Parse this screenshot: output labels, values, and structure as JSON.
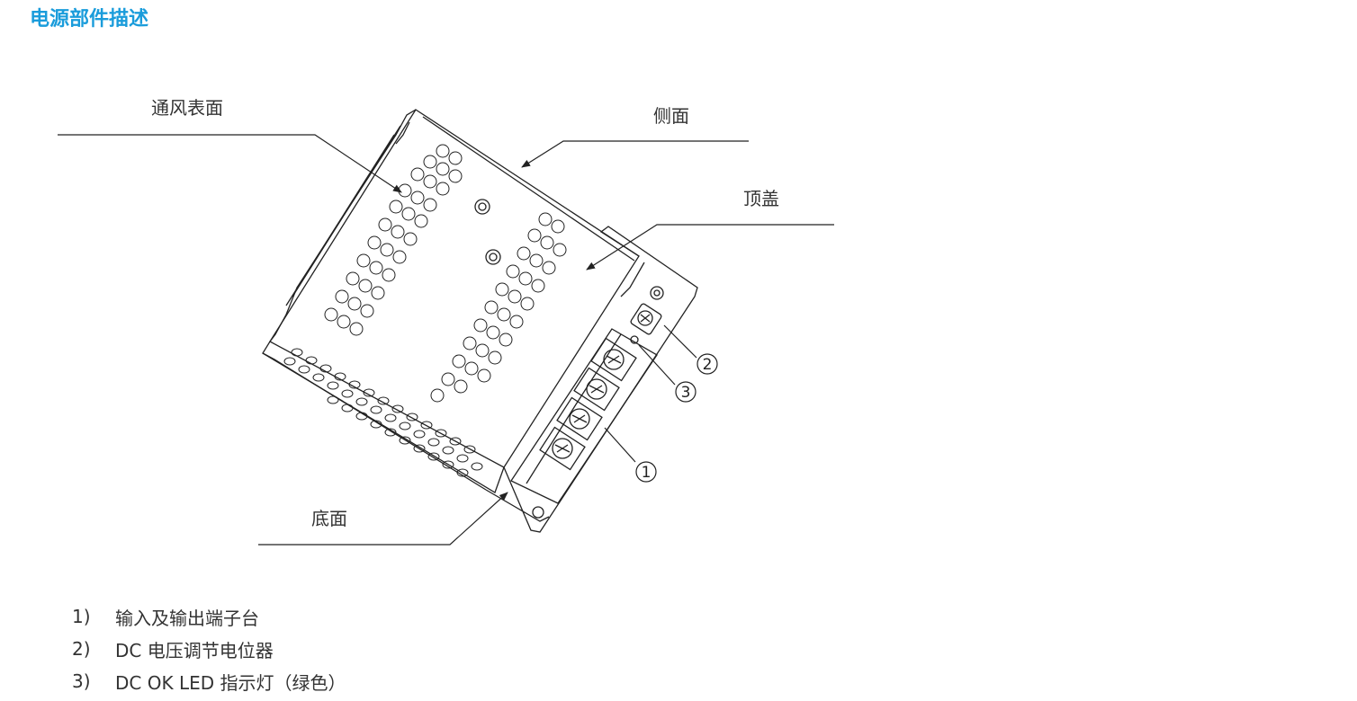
{
  "section": {
    "title": "电源部件描述"
  },
  "diagram": {
    "labels": {
      "vent_surface": "通风表面",
      "side": "侧面",
      "top_cover": "顶盖",
      "bottom": "底面"
    },
    "markers": [
      "1",
      "2",
      "3"
    ]
  },
  "parts": [
    {
      "num": "1)",
      "desc": "输入及输出端子台"
    },
    {
      "num": "2)",
      "desc": "DC 电压调节电位器"
    },
    {
      "num": "3)",
      "desc": "DC OK LED 指示灯（绿色）"
    }
  ],
  "colors": {
    "title": "#1a9cdb",
    "text": "#333333",
    "line": "#222222"
  }
}
